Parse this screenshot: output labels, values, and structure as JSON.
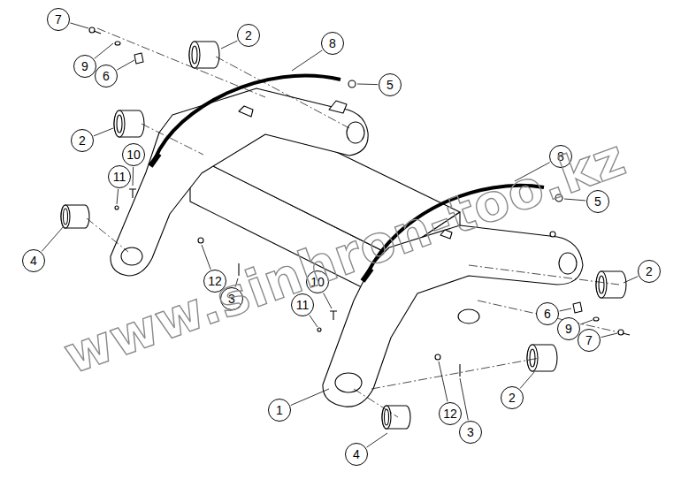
{
  "diagram": {
    "nodes": [
      {
        "text": [
          "7"
        ]
      },
      {
        "text": [
          "2"
        ]
      },
      {
        "text": [
          "8"
        ]
      },
      {
        "text": [
          "9"
        ]
      },
      {
        "text": [
          "6"
        ]
      },
      {
        "text": [
          "5"
        ]
      },
      {
        "text": [
          "2"
        ]
      },
      {
        "text": [
          "10"
        ]
      },
      {
        "text": [
          "8"
        ]
      },
      {
        "text": [
          "11"
        ]
      },
      {
        "text": [
          "5"
        ]
      },
      {
        "text": [
          "4"
        ]
      },
      {
        "text": [
          "2"
        ]
      },
      {
        "text": [
          "12"
        ]
      },
      {
        "text": [
          "10"
        ]
      },
      {
        "text": [
          "3"
        ]
      },
      {
        "text": [
          "11"
        ]
      },
      {
        "text": [
          "6"
        ]
      },
      {
        "text": [
          "9"
        ]
      },
      {
        "text": [
          "7"
        ]
      },
      {
        "text": [
          "2"
        ]
      },
      {
        "text": [
          "1"
        ]
      },
      {
        "text": [
          "12"
        ]
      },
      {
        "text": [
          "3"
        ]
      },
      {
        "text": [
          "4"
        ]
      }
    ],
    "labels": [
      "www.sinhron-too.kz"
    ]
  }
}
